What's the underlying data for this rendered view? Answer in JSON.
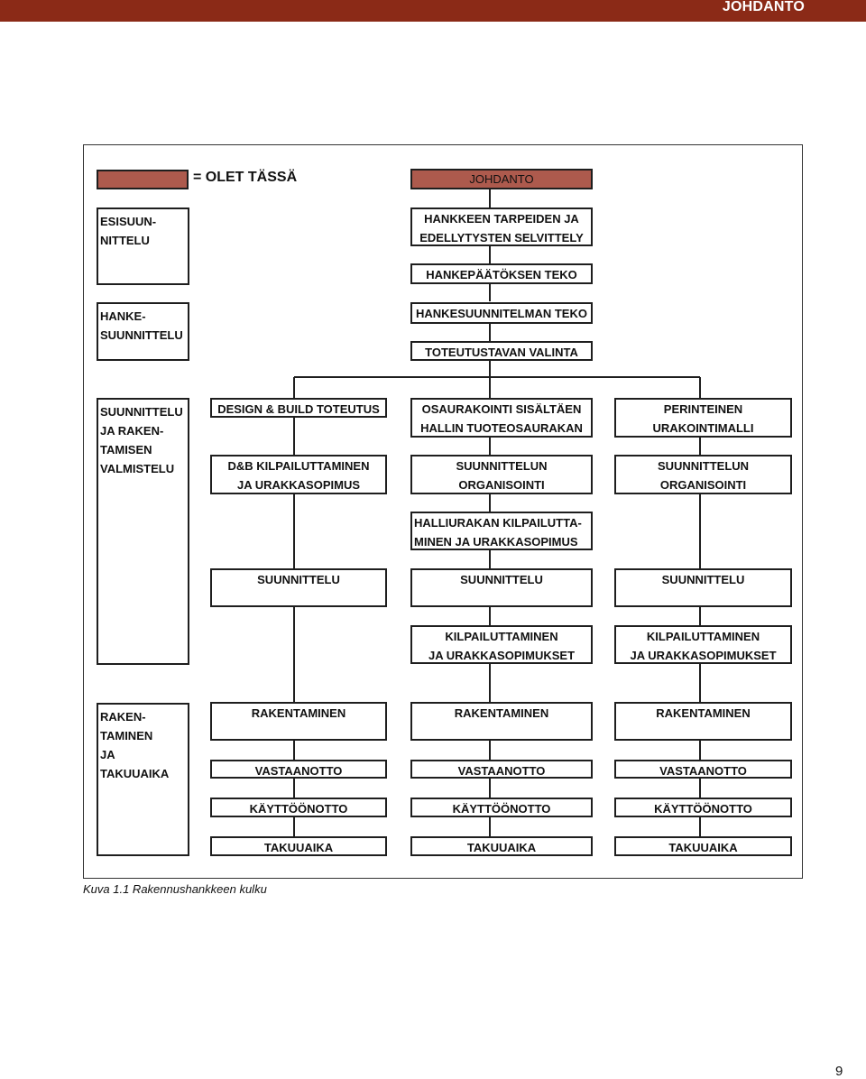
{
  "header": {
    "title": "JOHDANTO",
    "bar_color": "#8b2a17"
  },
  "legend": {
    "text": "= OLET TÄSSÄ",
    "swatch_color": "#ad5a4d"
  },
  "phases": {
    "esisuunnittelu": "ESISUUN-\nNITTELU",
    "hankesuunnittelu": "HANKE-\nSUUNNITTELU",
    "suunnittelu": "SUUNNITTELU\nJA RAKEN-\nTAMISEN\nVALMISTELU",
    "rakentaminen": "RAKEN-\nTAMINEN\nJA\nTAKUUAIKA"
  },
  "main_column": {
    "johdanto": "JOHDANTO",
    "tarpeet": "HANKKEEN TARPEIDEN JA\nEDELLYTYSTEN SELVITTELY",
    "paatos": "HANKEPÄÄTÖKSEN TEKO",
    "suunnitelma": "HANKESUUNNITELMAN TEKO",
    "toteutustapa": "TOTEUTUSTAVAN VALINTA"
  },
  "columns": {
    "db": {
      "head": "DESIGN & BUILD TOTEUTUS",
      "kilpailutus": "D&B KILPAILUTTAMINEN\nJA URAKKASOPIMUS",
      "suunnittelu": "SUUNNITTELU",
      "rakentaminen": "RAKENTAMINEN",
      "vastaanotto": "VASTAANOTTO",
      "kayttoonotto": "KÄYTTÖÖNOTTO",
      "takuuaika": "TAKUUAIKA"
    },
    "osaurakointi": {
      "head": "OSAURAKOINTI SISÄLTÄEN\nHALLIN TUOTEOSAURAKAN",
      "organisointi": "SUUNNITTELUN\nORGANISOINTI",
      "halliurakka": "HALLIURAKAN KILPAILUTTA-\nMINEN JA URAKKASOPIMUS",
      "suunnittelu": "SUUNNITTELU",
      "kilpailutus": "KILPAILUTTAMINEN\nJA URAKKASOPIMUKSET",
      "rakentaminen": "RAKENTAMINEN",
      "vastaanotto": "VASTAANOTTO",
      "kayttoonotto": "KÄYTTÖÖNOTTO",
      "takuuaika": "TAKUUAIKA"
    },
    "perinteinen": {
      "head": "PERINTEINEN\nURAKOINTIMALLI",
      "organisointi": "SUUNNITTELUN\nORGANISOINTI",
      "suunnittelu": "SUUNNITTELU",
      "kilpailutus": "KILPAILUTTAMINEN\nJA URAKKASOPIMUKSET",
      "rakentaminen": "RAKENTAMINEN",
      "vastaanotto": "VASTAANOTTO",
      "kayttoonotto": "KÄYTTÖÖNOTTO",
      "takuuaika": "TAKUUAIKA"
    }
  },
  "caption": "Kuva 1.1 Rakennushankkeen kulku",
  "page_number": "9"
}
